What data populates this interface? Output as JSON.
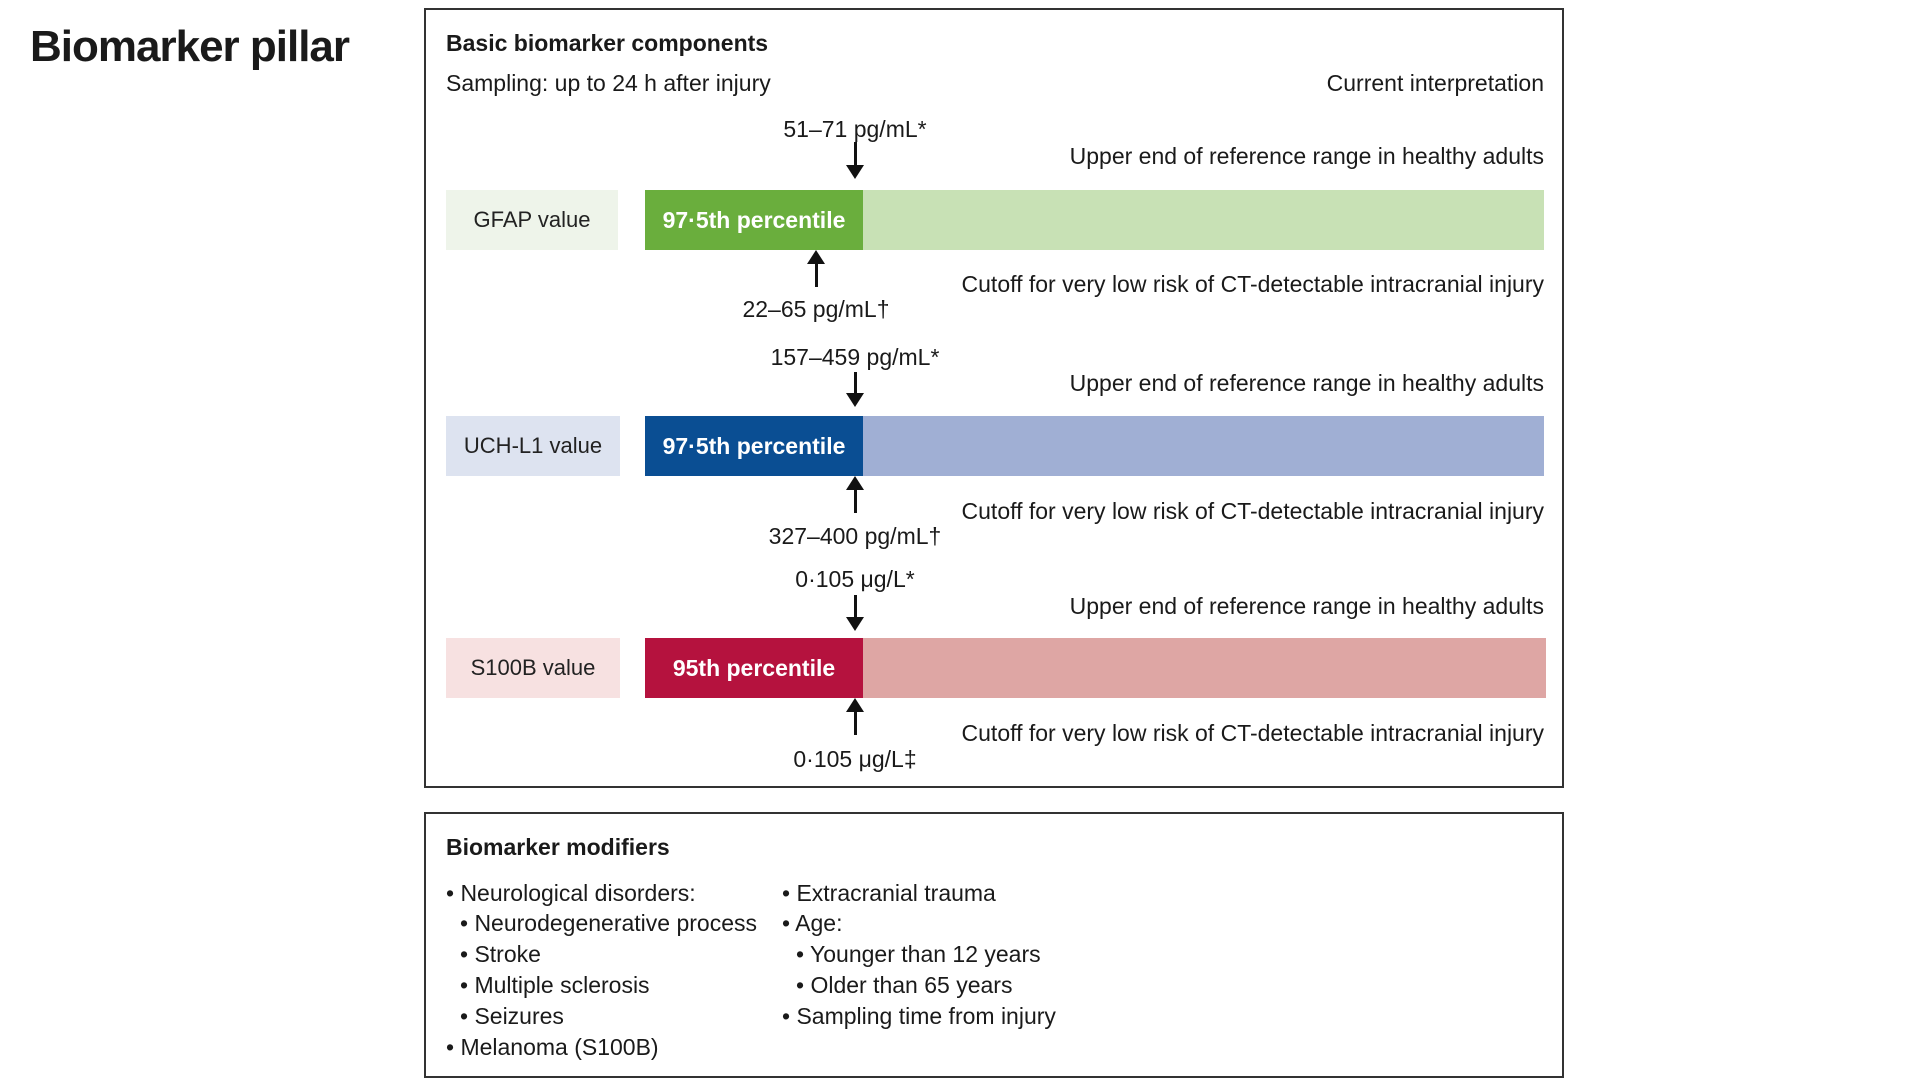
{
  "title": "Biomarker pillar",
  "main": {
    "heading": "Basic biomarker components",
    "sampling": "Sampling: up to 24 h after injury",
    "interpretation_heading": "Current interpretation",
    "rows": [
      {
        "label": "GFAP value",
        "bar_label": "97·5th percentile",
        "top_value": "51–71 pg/mL*",
        "top_desc": "Upper end of reference range in healthy adults",
        "bottom_value": "22–65 pg/mL†",
        "bottom_desc": "Cutoff for very low risk  of CT-detectable intracranial injury",
        "colors": {
          "label_bg": "#eef4ea",
          "dark": "#6aae3d",
          "light": "#c8e1b5"
        }
      },
      {
        "label": "UCH-L1 value",
        "bar_label": "97·5th percentile",
        "top_value": "157–459 pg/mL*",
        "top_desc": "Upper end of reference range in healthy adults",
        "bottom_value": "327–400 pg/mL†",
        "bottom_desc": "Cutoff for very low risk of CT-detectable intracranial injury",
        "colors": {
          "label_bg": "#dde3f0",
          "dark": "#0a4e93",
          "light": "#a0afd4"
        }
      },
      {
        "label": "S100B value",
        "bar_label": "95th percentile",
        "top_value": "0·105 μg/L*",
        "top_desc": "Upper end of reference range in healthy adults",
        "bottom_value": "0·105 μg/L‡",
        "bottom_desc": "Cutoff for very low risk of CT-detectable intracranial injury",
        "colors": {
          "label_bg": "#f7e1e1",
          "dark": "#b5123e",
          "light": "#dea6a4"
        }
      }
    ]
  },
  "modifiers": {
    "heading": "Biomarker modifiers",
    "col1": [
      "• Neurological disorders:",
      "• Neurodegenerative process",
      "• Stroke",
      "• Multiple sclerosis",
      "• Seizures",
      "• Melanoma (S100B)"
    ],
    "col2": [
      "• Extracranial trauma",
      "• Age:",
      "• Younger than 12 years",
      "• Older than 65 years",
      "• Sampling time from injury"
    ]
  }
}
